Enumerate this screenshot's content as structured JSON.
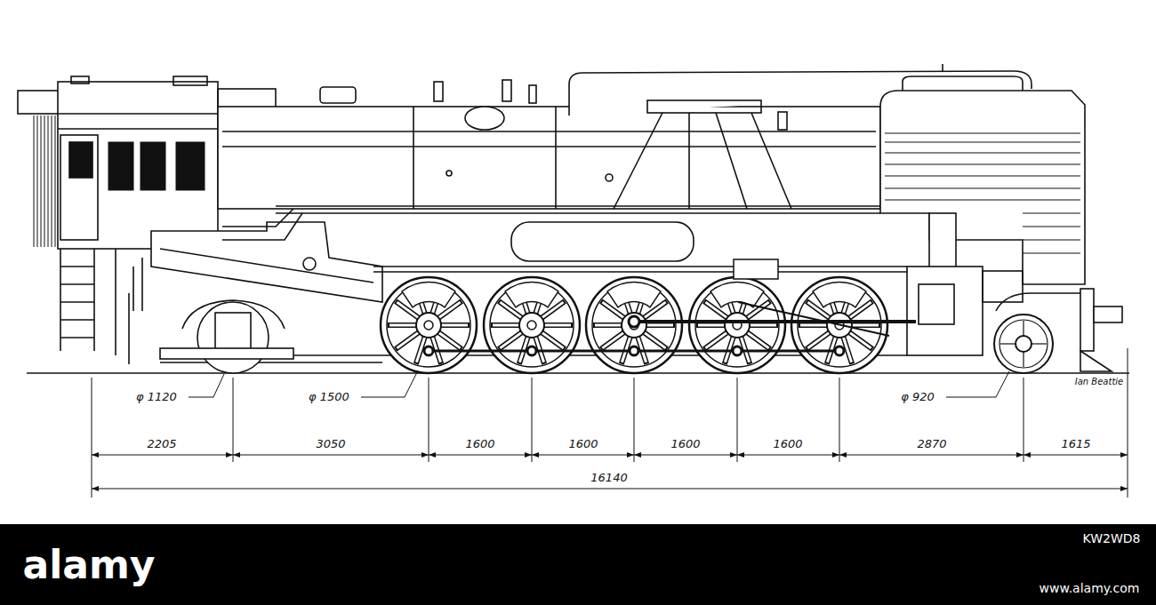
{
  "diagram": {
    "labels": [
      "φ 1120",
      "φ 1500",
      "φ 920",
      "2205",
      "3050",
      "1600",
      "1600",
      "1600",
      "1600",
      "2870",
      "1615",
      "16140",
      "Ian Beattie",
      "alamy",
      "KW2WD8",
      "www.alamy.com"
    ]
  }
}
